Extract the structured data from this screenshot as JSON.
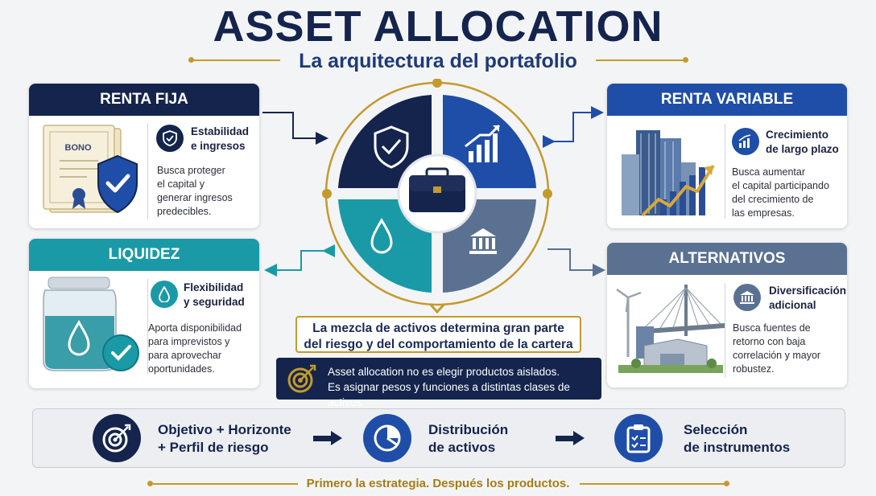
{
  "header": {
    "title": "ASSET ALLOCATION",
    "subtitle": "La arquitectura del portafolio"
  },
  "cards": {
    "renta_fija": {
      "title": "RENTA FIJA",
      "feature": [
        "Estabilidad",
        "e ingresos"
      ],
      "description": [
        "Busca proteger",
        "el capital y",
        "generar ingresos",
        "predecibles."
      ],
      "image_label": "BONO",
      "color": "#14244d"
    },
    "liquidez": {
      "title": "LIQUIDEZ",
      "feature": [
        "Flexibilidad",
        "y seguridad"
      ],
      "description": [
        "Aporta disponibilidad",
        "para imprevistos y",
        "para aprovechar",
        "oportunidades."
      ],
      "color": "#1a9aa6"
    },
    "renta_variable": {
      "title": "RENTA VARIABLE",
      "feature": [
        "Crecimiento",
        "de largo plazo"
      ],
      "description": [
        "Busca aumentar",
        "el capital participando",
        "del crecimiento de",
        "las empresas."
      ],
      "color": "#1f4ea8"
    },
    "alternativos": {
      "title": "ALTERNATIVOS",
      "feature": [
        "Diversificación",
        "adicional"
      ],
      "description": [
        "Busca fuentes de",
        "retorno con baja",
        "correlación y mayor",
        "robustez."
      ],
      "color": "#5b7191"
    }
  },
  "center": {
    "message_lines": [
      "La mezcla de activos determina gran parte",
      "del riesgo y del comportamiento de la cartera"
    ],
    "note_lines": [
      "Asset allocation no es elegir productos aislados.",
      "Es asignar pesos y funciones a distintas clases de activos."
    ]
  },
  "steps": [
    {
      "lines": [
        "Objetivo + Horizonte",
        "+ Perfil de riesgo"
      ],
      "icon": "target-icon"
    },
    {
      "lines": [
        "Distribución",
        "de activos"
      ],
      "icon": "pie-chart-icon"
    },
    {
      "lines": [
        "Selección",
        "de instrumentos"
      ],
      "icon": "clipboard-check-icon"
    }
  ],
  "footer": "Primero la estrategia. Después los productos.",
  "colors": {
    "navy": "#14244d",
    "gold": "#c49a2c",
    "teal": "#1a9aa6",
    "blue": "#1f4ea8",
    "slate": "#5b7191"
  }
}
